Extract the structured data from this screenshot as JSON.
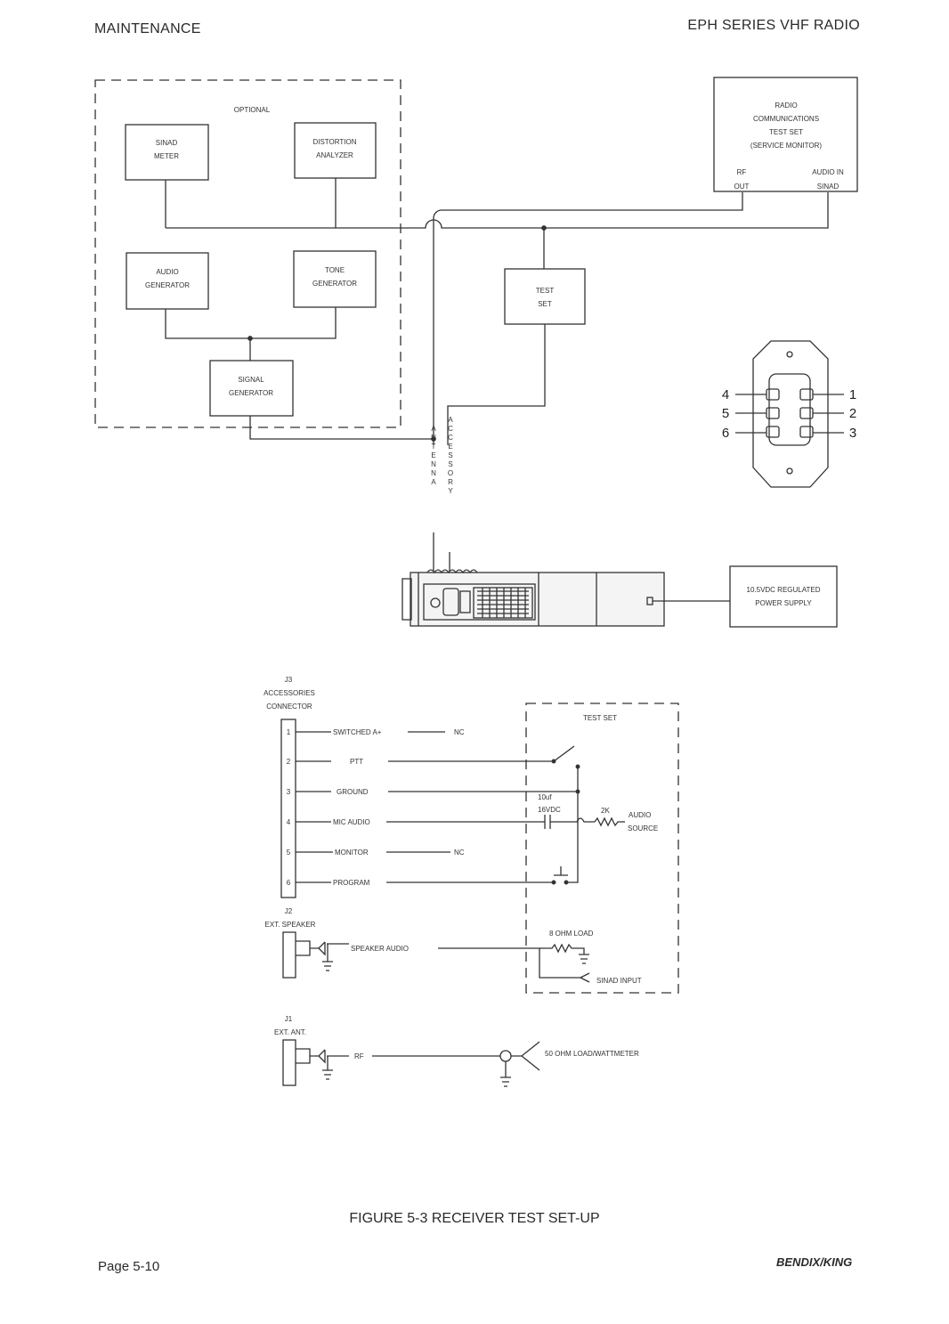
{
  "header": {
    "left": "MAINTENANCE",
    "right": "EPH SERIES VHF RADIO"
  },
  "footer": {
    "page": "Page 5-10",
    "brand": "BENDIX/KING"
  },
  "caption": "FIGURE 5-3 RECEIVER TEST SET-UP",
  "top_diagram": {
    "optional_label": "OPTIONAL",
    "sinad_meter": [
      "SINAD",
      "METER"
    ],
    "distortion_analyzer": [
      "DISTORTION",
      "ANALYZER"
    ],
    "audio_generator": [
      "AUDIO",
      "GENERATOR"
    ],
    "tone_generator": [
      "TONE",
      "GENERATOR"
    ],
    "signal_generator": [
      "SIGNAL",
      "GENERATOR"
    ],
    "test_set": [
      "TEST",
      "SET"
    ],
    "service_monitor": [
      "RADIO",
      "COMMUNICATIONS",
      "TEST SET",
      "(SERVICE MONITOR)"
    ],
    "rf_out": [
      "RF",
      "OUT"
    ],
    "audio_in": [
      "AUDIO IN",
      "SINAD"
    ],
    "antenna": "ANTENNA",
    "accessory": "ACCESSORY",
    "power_supply": [
      "10.5VDC REGULATED",
      "POWER SUPPLY"
    ],
    "connector_pins_left": [
      "4",
      "5",
      "6"
    ],
    "connector_pins_right": [
      "1",
      "2",
      "3"
    ]
  },
  "bottom_diagram": {
    "j3_label": [
      "J3",
      "ACCESSORIES",
      "CONNECTOR"
    ],
    "pins": [
      "1",
      "2",
      "3",
      "4",
      "5",
      "6"
    ],
    "signals": [
      "SWITCHED A+",
      "PTT",
      "GROUND",
      "MIC AUDIO",
      "MONITOR",
      "PROGRAM"
    ],
    "nc": "NC",
    "test_set_label": "TEST SET",
    "capacitor": [
      "10uf",
      "16VDC"
    ],
    "resistor": "2K",
    "audio_source": [
      "AUDIO",
      "SOURCE"
    ],
    "j2_label": [
      "J2",
      "EXT. SPEAKER"
    ],
    "speaker_audio": "SPEAKER AUDIO",
    "load_8ohm": "8 OHM LOAD",
    "sinad_input": "SINAD INPUT",
    "j1_label": [
      "J1",
      "EXT. ANT."
    ],
    "rf": "RF",
    "load_50ohm": "50 OHM LOAD/WATTMETER"
  }
}
